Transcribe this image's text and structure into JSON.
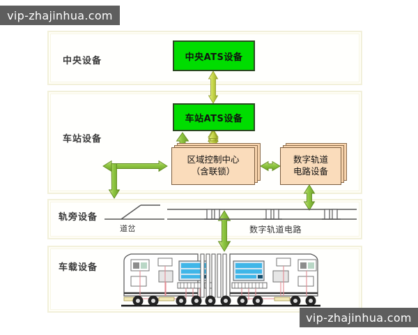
{
  "watermarks": {
    "top": "vip-zhajinhua.com",
    "bottom": "vip-zhajinhua.com"
  },
  "colors": {
    "green_box_fill": "#00dd00",
    "green_box_border": "#2a4a20",
    "orange_box_fill": "#fadcbb",
    "orange_box_border": "#7a5c3e",
    "arrow_fill": "#8cc63f",
    "arrow_border": "#5f8a1e",
    "panel_border": "#f2f0da",
    "panel_fill": "#fffffd",
    "watermark_bg": "#5e5e5e",
    "rail_line": "#555555",
    "train_display": "#3fb6e8"
  },
  "rows": [
    {
      "id": "central",
      "label": "中央设备"
    },
    {
      "id": "station",
      "label": "车站设备"
    },
    {
      "id": "trackside",
      "label": "轨旁设备"
    },
    {
      "id": "onboard",
      "label": "车载设备"
    }
  ],
  "nodes": {
    "central_ats": {
      "label": "中央ATS设备",
      "row": "central",
      "style": "green"
    },
    "station_ats": {
      "label": "车站ATS设备",
      "row": "station",
      "style": "green"
    },
    "regional_control_center": {
      "label_line1": "区域控制中心",
      "label_line2": "（含联锁）",
      "row": "station",
      "style": "orange-stack"
    },
    "digital_track_circuit_equipment": {
      "label_line1": "数字轨道",
      "label_line2": "电路设备",
      "row": "station",
      "style": "orange-stack"
    }
  },
  "trackside": {
    "turnout_label": "道岔",
    "track_circuit_label": "数字轨道电路",
    "insulated_joint_count": 3
  },
  "connections": [
    {
      "from": "central_ats",
      "to": "station_ats",
      "direction": "bidirectional",
      "orientation": "vertical"
    },
    {
      "from": "station_ats",
      "to": "regional_control_center",
      "direction": "bidirectional",
      "orientation": "vertical"
    },
    {
      "from": "regional_control_center",
      "to": "digital_track_circuit_equipment",
      "direction": "bidirectional",
      "orientation": "horizontal"
    },
    {
      "from": "regional_control_center",
      "to": "turnout",
      "direction": "bidirectional",
      "orientation": "elbow-left-down"
    },
    {
      "from": "regional_control_center",
      "to": "station_ats",
      "direction": "up",
      "orientation": "vertical"
    },
    {
      "from": "digital_track_circuit_equipment",
      "to": "track_circuit",
      "direction": "bidirectional",
      "orientation": "vertical"
    },
    {
      "from": "track_circuit",
      "to": "train",
      "direction": "bidirectional",
      "orientation": "vertical"
    }
  ]
}
